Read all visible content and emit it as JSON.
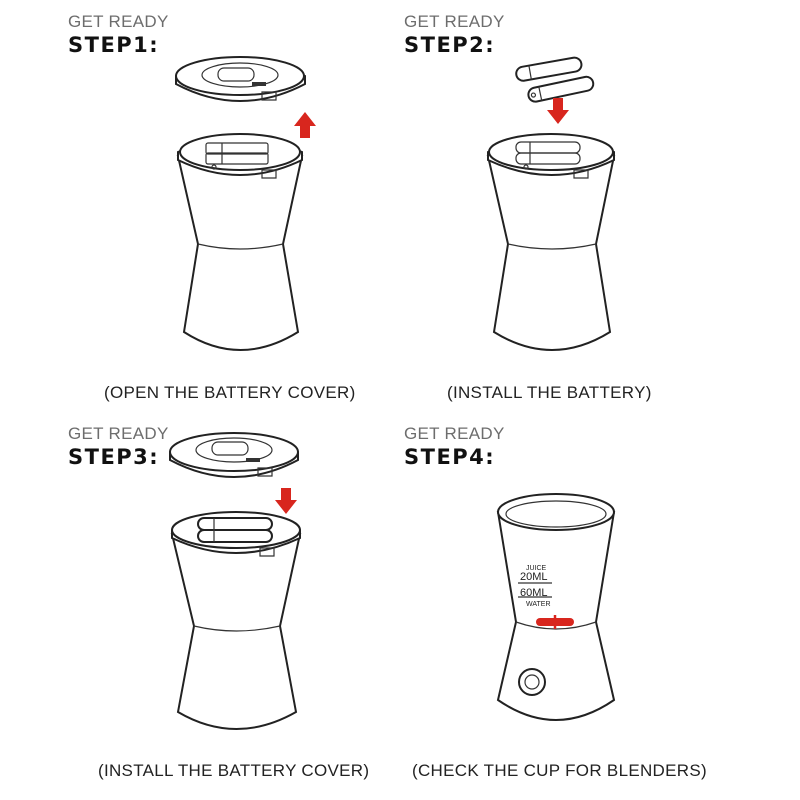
{
  "panels": [
    {
      "get_ready": "GET READY",
      "step": "STEP1:",
      "caption": "(OPEN THE BATTERY COVER)"
    },
    {
      "get_ready": "GET READY",
      "step": "STEP2:",
      "caption": "(INSTALL THE BATTERY)"
    },
    {
      "get_ready": "GET READY",
      "step": "STEP3:",
      "caption": "(INSTALL THE BATTERY COVER)"
    },
    {
      "get_ready": "GET READY",
      "step": "STEP4:",
      "caption": "(CHECK THE CUP FOR BLENDERS)"
    }
  ],
  "cup_markings": {
    "juice": "JUICE",
    "ml20": "20ML",
    "ml60": "60ML",
    "water": "WATER"
  },
  "colors": {
    "arrow": "#d8261e",
    "line": "#222222",
    "label_grey": "#6d6d6d"
  }
}
